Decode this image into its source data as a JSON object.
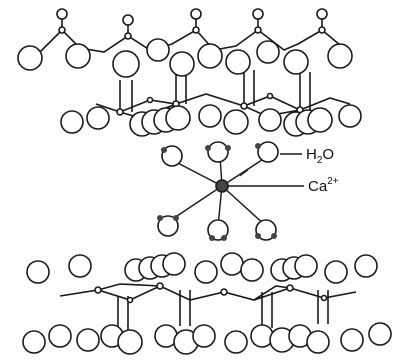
{
  "labels": {
    "water": "H₂O",
    "water_main": "H",
    "water_sub": "2",
    "water_tail": "O",
    "cation": "Ca",
    "cation_charge": "2+"
  },
  "colors": {
    "ink": "#1a1a1a",
    "paper": "#fdfdfb",
    "atom_fill": "#ffffff",
    "cation_fill": "#444444"
  }
}
